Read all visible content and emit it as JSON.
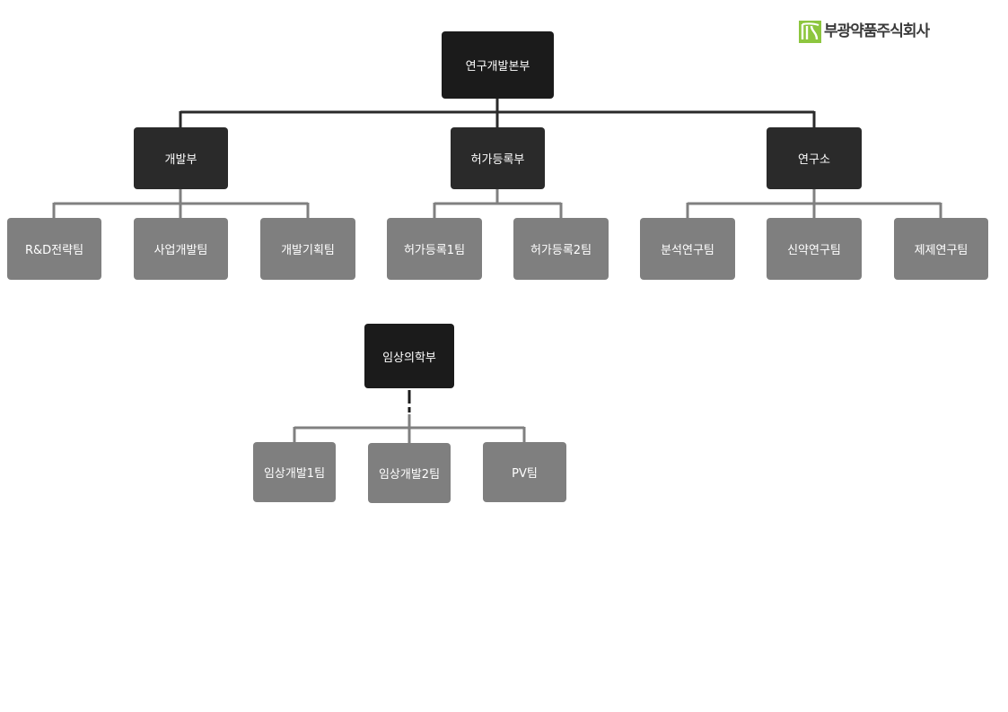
{
  "logo": {
    "company_name": "부광약품주식회사",
    "brand_color": "#8dc63f"
  },
  "org": {
    "head": "연구개발본부",
    "departments": [
      {
        "name": "개발부",
        "teams": [
          "R&D전략팀",
          "사업개발팀",
          "개발기획팀"
        ]
      },
      {
        "name": "허가등록부",
        "teams": [
          "허가등록1팀",
          "허가등록2팀"
        ]
      },
      {
        "name": "연구소",
        "teams": [
          "분석연구팀",
          "신약연구팀",
          "제제연구팀"
        ]
      },
      {
        "name": "임상의학부",
        "teams": [
          "임상개발1팀",
          "임상개발2팀",
          "PV팀"
        ]
      }
    ]
  },
  "colors": {
    "head_box": "#1b1b1b",
    "department_box": "#2a2a2a",
    "team_box": "#7f7f7f",
    "top_connector": "#2a2a2a",
    "team_connector": "#808080"
  }
}
